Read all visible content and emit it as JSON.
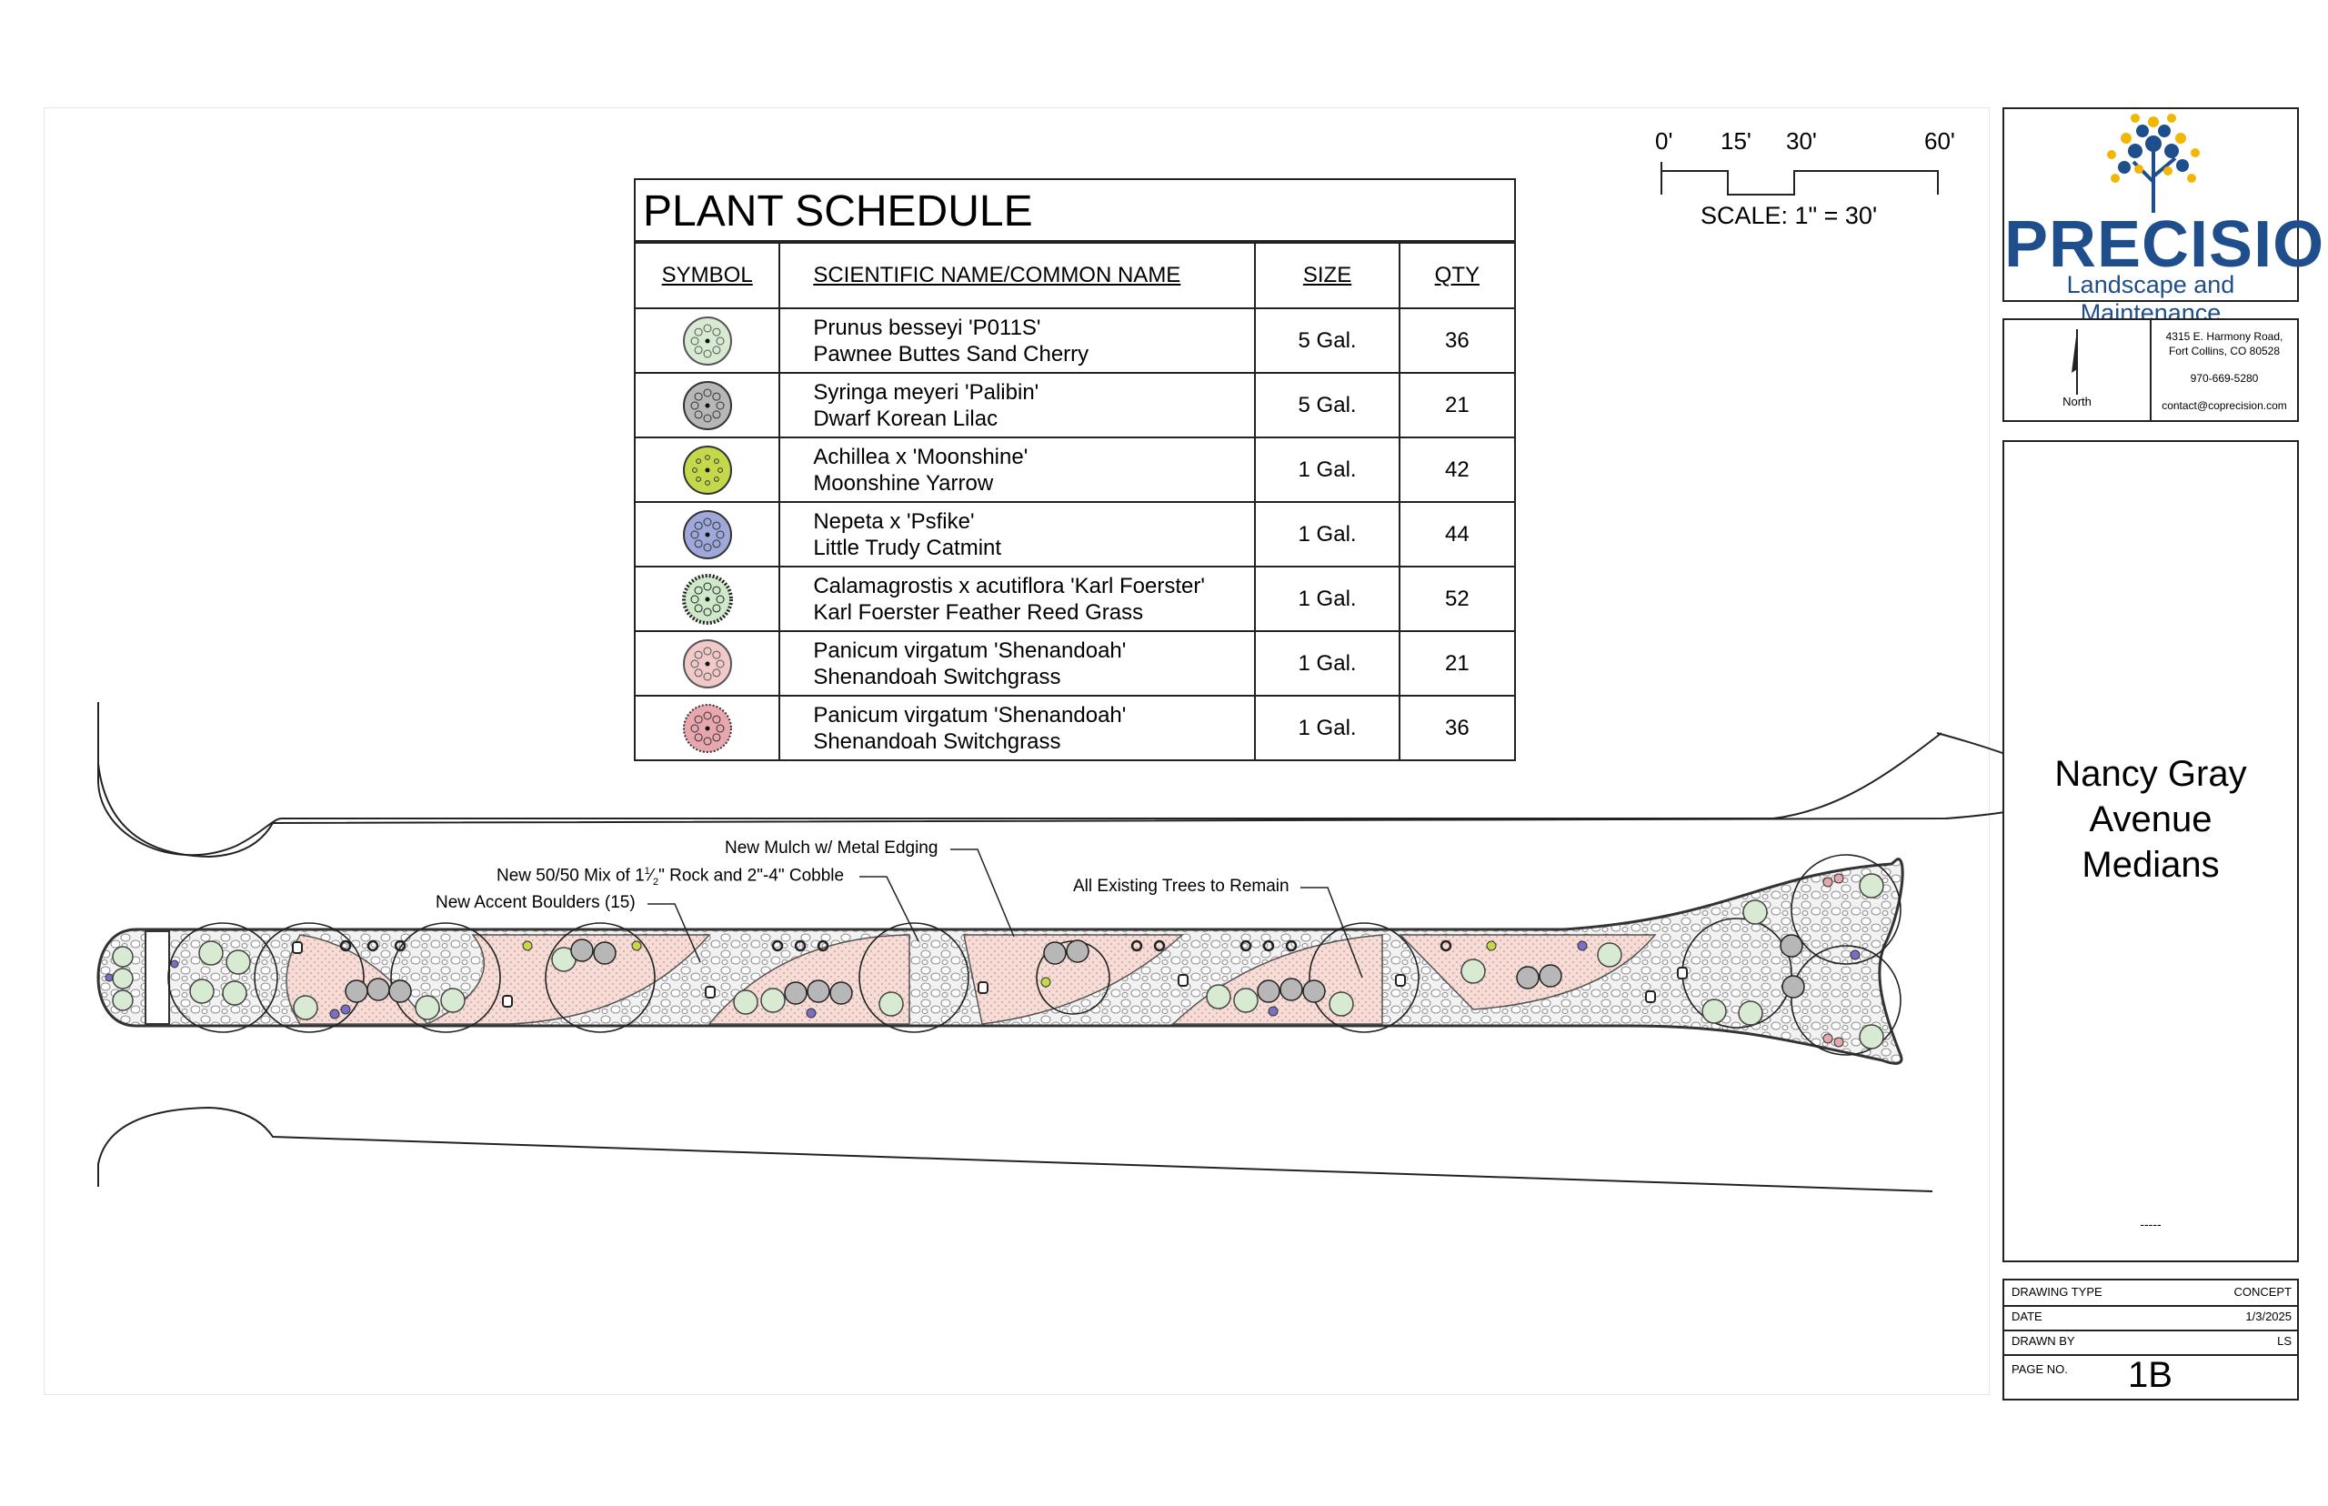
{
  "schedule": {
    "title": "PLANT SCHEDULE",
    "headers": {
      "symbol": "SYMBOL",
      "name": "SCIENTIFIC NAME/COMMON NAME",
      "size": "SIZE",
      "qty": "QTY"
    },
    "rows": [
      {
        "sci": "Prunus besseyi 'P011S'",
        "common": "Pawnee Buttes Sand Cherry",
        "size": "5 Gal.",
        "qty": "36",
        "fill": "#d9ead3",
        "stroke": "#555555",
        "icon": "sand-cherry-icon"
      },
      {
        "sci": "Syringa meyeri 'Palibin'",
        "common": "Dwarf Korean Lilac",
        "size": "5 Gal.",
        "qty": "21",
        "fill": "#b7b7b7",
        "stroke": "#333333",
        "icon": "lilac-icon"
      },
      {
        "sci": "Achillea x 'Moonshine'",
        "common": "Moonshine Yarrow",
        "size": "1 Gal.",
        "qty": "42",
        "fill": "#c5d84a",
        "stroke": "#333333",
        "icon": "yarrow-icon"
      },
      {
        "sci": "Nepeta x 'Psfike'",
        "common": "Little Trudy Catmint",
        "size": "1 Gal.",
        "qty": "44",
        "fill": "#9fa8da",
        "stroke": "#333333",
        "icon": "catmint-icon"
      },
      {
        "sci": "Calamagrostis x acutiflora 'Karl Foerster'",
        "common": "Karl Foerster Feather Reed Grass",
        "size": "1 Gal.",
        "qty": "52",
        "fill": "#cfe8c9",
        "stroke": "#222222",
        "icon": "reed-grass-icon"
      },
      {
        "sci": "Panicum virgatum 'Shenandoah'",
        "common": "Shenandoah Switchgrass",
        "size": "1 Gal.",
        "qty": "21",
        "fill": "#f2c9c9",
        "stroke": "#555555",
        "icon": "switchgrass-dots-icon"
      },
      {
        "sci": "Panicum virgatum 'Shenandoah'",
        "common": "Shenandoah Switchgrass",
        "size": "1 Gal.",
        "qty": "36",
        "fill": "#e8a7ae",
        "stroke": "#333333",
        "icon": "switchgrass-icon"
      }
    ]
  },
  "scale": {
    "labels": [
      "0'",
      "15'",
      "30'",
      "60'"
    ],
    "text": "SCALE: 1\" = 30'"
  },
  "logo": {
    "name": "PRECISION",
    "tagline": "Landscape and Maintenance",
    "colors": {
      "blue": "#1f4e8c",
      "gold": "#f2b705"
    }
  },
  "info": {
    "north": "North",
    "address1": "4315 E. Harmony Road,",
    "address2": "Fort Collins, CO 80528",
    "phone": "970-669-5280",
    "email": "contact@coprecision.com"
  },
  "project": {
    "line1": "Nancy Gray",
    "line2": "Avenue",
    "line3": "Medians",
    "dashes": "-----"
  },
  "meta": {
    "drawing_type_label": "DRAWING TYPE",
    "drawing_type": "CONCEPT",
    "date_label": "DATE",
    "date": "1/3/2025",
    "drawn_by_label": "DRAWN BY",
    "drawn_by": "LS",
    "page_label": "PAGE NO.",
    "page": "1B"
  },
  "callouts": {
    "mulch": "New Mulch w/ Metal Edging",
    "rock_pre": "New 50/50 Mix of 1",
    "rock_frac_num": "1",
    "rock_frac_den": "2",
    "rock_post": "\" Rock and 2\"-4\" Cobble",
    "boulders": "New Accent Boulders (15)",
    "trees": "All Existing Trees to Remain"
  }
}
